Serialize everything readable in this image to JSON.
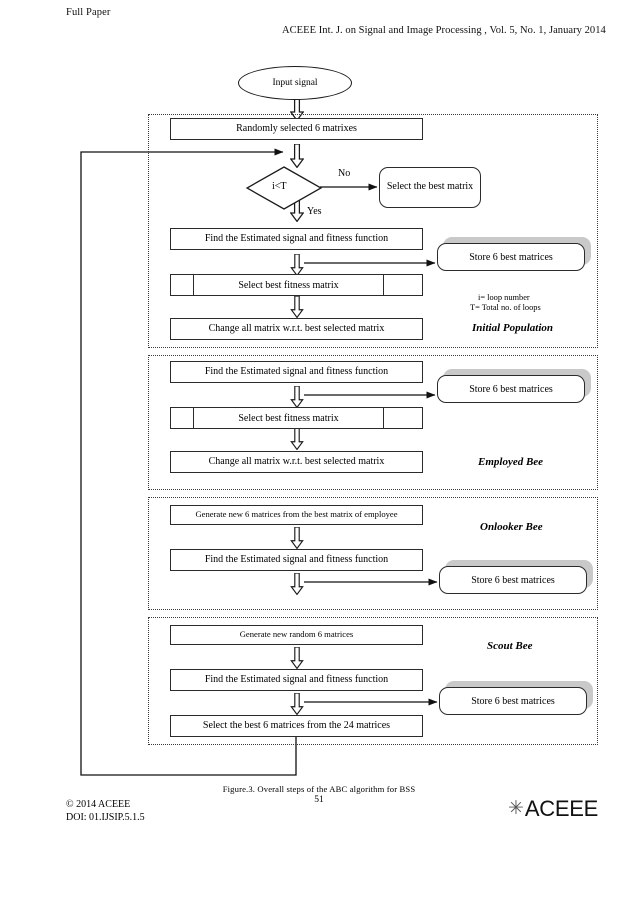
{
  "header": {
    "left_label": "Full Paper",
    "journal_line": "ACEEE Int. J. on Signal and Image Processing , Vol. 5, No. 1, January 2014"
  },
  "flowchart": {
    "start_node": "Input signal",
    "decision": {
      "label": "i<T",
      "no_label": "No",
      "yes_label": "Yes",
      "no_target": "Select the best matrix"
    },
    "init_box": "Randomly selected 6 matrixes",
    "legend": [
      "i= loop number",
      "T= Total no. of loops"
    ],
    "sections": [
      {
        "name": "Initial Population",
        "steps": [
          "Find the Estimated signal and fitness function",
          "Select best fitness matrix",
          "Change all matrix w.r.t. best selected matrix"
        ],
        "store": "Store 6 best matrices"
      },
      {
        "name": "Employed Bee",
        "steps": [
          "Find the Estimated signal and fitness function",
          "Select best fitness matrix",
          "Change all matrix w.r.t. best selected matrix"
        ],
        "store": "Store 6 best matrices"
      },
      {
        "name": "Onlooker Bee",
        "steps": [
          "Generate new 6 matrices from the best matrix of employee",
          "Find the Estimated signal and fitness function"
        ],
        "store": "Store 6 best matrices"
      },
      {
        "name": "Scout Bee",
        "steps": [
          "Generate new random 6 matrices",
          "Find the Estimated signal and fitness function",
          "Select the best 6 matrices from the  24 matrices"
        ],
        "store": "Store 6 best matrices"
      }
    ]
  },
  "footer": {
    "figure_caption": "Figure.3. Overall steps of the ABC algorithm for BSS",
    "page_number": "51",
    "copyright": "© 2014 ACEEE",
    "doi": "DOI: 01.IJSIP.5.1.5",
    "logo_mark": "✳",
    "logo_text": "ACEEE"
  }
}
